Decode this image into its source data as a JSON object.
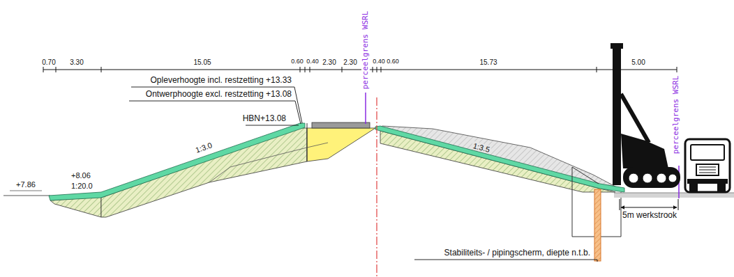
{
  "diagram": {
    "labels": [
      "0.70",
      "3.30",
      "15.05",
      "0.60",
      "0.40",
      "2.30",
      "2.30",
      "0.40",
      "0.60",
      "15.73",
      "5.00",
      "perceelgrens WSRL",
      "Opleverhoogte incl. restzetting +13.33",
      "Ontwerphoogte excl. restzetting +13.08",
      "HBN+13.08",
      "1:3.0",
      "1:3.5",
      "+7.86",
      "+8.06",
      "1:20.0",
      "perceelgrens WSRL",
      "5m werkstrook",
      "Stabiliteits- / pipingscherm, diepte n.t.b."
    ]
  }
}
